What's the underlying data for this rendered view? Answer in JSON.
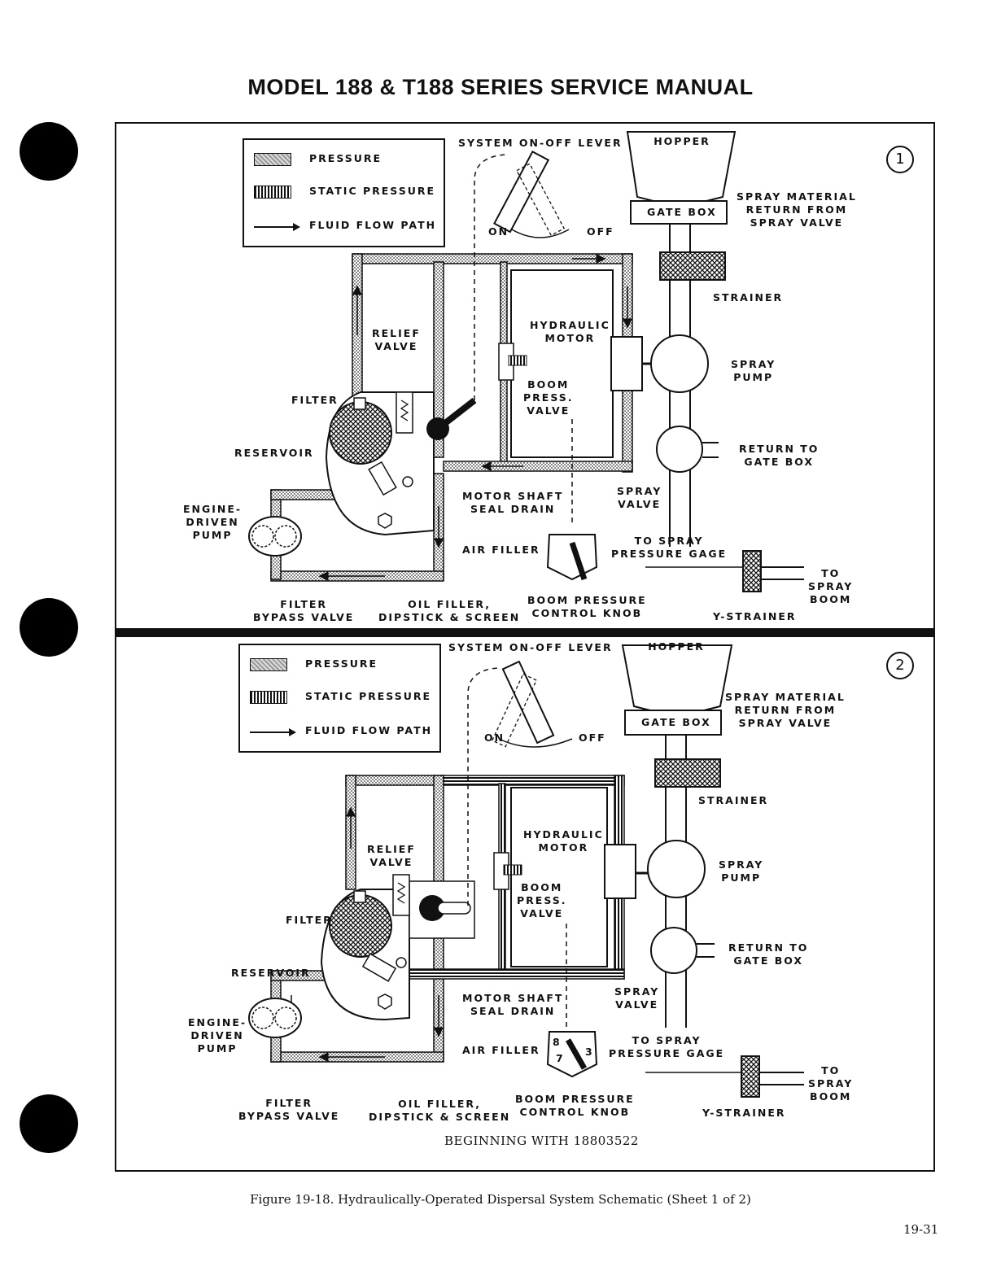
{
  "header": {
    "title": "MODEL 188 & T188 SERIES SERVICE MANUAL"
  },
  "legend": {
    "pressure": "PRESSURE",
    "static_pressure": "STATIC PRESSURE",
    "fluid_flow_path": "FLUID FLOW PATH"
  },
  "panels": [
    {
      "number": "1",
      "labels": {
        "system_lever": "SYSTEM ON-OFF LEVER",
        "on": "ON",
        "off": "OFF",
        "hopper": "HOPPER",
        "gate_box": "GATE BOX",
        "spray_material_return": "SPRAY MATERIAL\nRETURN FROM\nSPRAY VALVE",
        "strainer": "STRAINER",
        "hydraulic_motor": "HYDRAULIC\nMOTOR",
        "relief_valve": "RELIEF\nVALVE",
        "spray_pump": "SPRAY\nPUMP",
        "filter": "FILTER",
        "boom_press_valve": "BOOM\nPRESS.\nVALVE",
        "reservoir": "RESERVOIR",
        "return_to_gate_box": "RETURN TO\nGATE BOX",
        "engine_driven_pump": "ENGINE-\nDRIVEN\nPUMP",
        "motor_shaft_seal_drain": "MOTOR SHAFT\nSEAL DRAIN",
        "spray_valve": "SPRAY\nVALVE",
        "air_filler": "AIR FILLER",
        "to_spray_pressure_gage": "TO SPRAY\nPRESSURE GAGE",
        "to_spray_boom": "TO\nSPRAY\nBOOM",
        "filter_bypass_valve": "FILTER\nBYPASS VALVE",
        "oil_filler": "OIL FILLER,\nDIPSTICK & SCREEN",
        "boom_pressure_control_knob": "BOOM PRESSURE\nCONTROL KNOB",
        "y_strainer": "Y-STRAINER"
      }
    },
    {
      "number": "2",
      "labels": {
        "system_lever": "SYSTEM ON-OFF LEVER",
        "on": "ON",
        "off": "OFF",
        "hopper": "HOPPER",
        "gate_box": "GATE BOX",
        "spray_material_return": "SPRAY MATERIAL\nRETURN FROM\nSPRAY VALVE",
        "strainer": "STRAINER",
        "hydraulic_motor": "HYDRAULIC\nMOTOR",
        "relief_valve": "RELIEF\nVALVE",
        "spray_pump": "SPRAY\nPUMP",
        "filter": "FILTER",
        "boom_press_valve": "BOOM\nPRESS.\nVALVE",
        "reservoir": "RESERVOIR",
        "return_to_gate_box": "RETURN TO\nGATE BOX",
        "engine_driven_pump": "ENGINE-\nDRIVEN\nPUMP",
        "motor_shaft_seal_drain": "MOTOR SHAFT\nSEAL DRAIN",
        "spray_valve": "SPRAY\nVALVE",
        "air_filler": "AIR FILLER",
        "to_spray_pressure_gage": "TO SPRAY\nPRESSURE GAGE",
        "to_spray_boom": "TO\nSPRAY\nBOOM",
        "filter_bypass_valve": "FILTER\nBYPASS VALVE",
        "oil_filler": "OIL FILLER,\nDIPSTICK & SCREEN",
        "boom_pressure_control_knob": "BOOM PRESSURE\nCONTROL KNOB",
        "y_strainer": "Y-STRAINER",
        "knob_dial_numbers": [
          "8",
          "7",
          "3"
        ]
      },
      "note": "BEGINNING WITH 18803522"
    }
  ],
  "caption": "Figure 19-18.  Hydraulically-Operated Dispersal System Schematic  (Sheet 1 of 2)",
  "page_number": "19-31"
}
